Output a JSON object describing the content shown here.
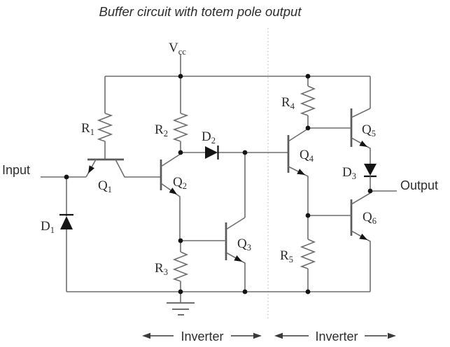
{
  "title": "Buffer circuit with totem pole output",
  "io": {
    "input": "Input",
    "output": "Output",
    "vcc": {
      "base": "V",
      "sub": "cc"
    }
  },
  "sections": {
    "left": "Inverter",
    "right": "Inverter"
  },
  "components": {
    "r1": {
      "base": "R",
      "sub": "1"
    },
    "r2": {
      "base": "R",
      "sub": "2"
    },
    "r3": {
      "base": "R",
      "sub": "3"
    },
    "r4": {
      "base": "R",
      "sub": "4"
    },
    "r5": {
      "base": "R",
      "sub": "5"
    },
    "q1": {
      "base": "Q",
      "sub": "1"
    },
    "q2": {
      "base": "Q",
      "sub": "2"
    },
    "q3": {
      "base": "Q",
      "sub": "3"
    },
    "q4": {
      "base": "Q",
      "sub": "4"
    },
    "q5": {
      "base": "Q",
      "sub": "5"
    },
    "q6": {
      "base": "Q",
      "sub": "6"
    },
    "d1": {
      "base": "D",
      "sub": "1"
    },
    "d2": {
      "base": "D",
      "sub": "2"
    },
    "d3": {
      "base": "D",
      "sub": "3"
    }
  },
  "colors": {
    "wire": "#6e6e6e",
    "bar": "#5a5a5a",
    "ink": "#141414",
    "text": "#2d2d2d",
    "separator": "#c9c9c9",
    "background": "#ffffff"
  }
}
